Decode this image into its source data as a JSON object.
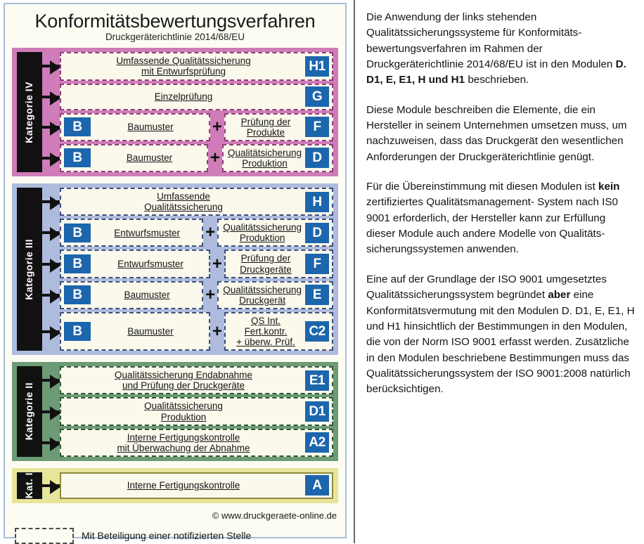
{
  "diagram": {
    "title": "Konformitätsbewertungsverfahren",
    "subtitle": "Druckgeräterichtlinie 2014/68/EU",
    "copyright": "© www.druckgeraete-online.de",
    "legend": {
      "text": "Mit Beteiligung einer notifizierten Stelle"
    },
    "colors": {
      "cat4": "#cf7cb8",
      "cat3": "#aebbdd",
      "cat2": "#6d9b76",
      "cat1": "#e8e49a",
      "badge": "#1c66ad",
      "panel_bg": "#fdfcf2",
      "panel_border": "#a8bcd8",
      "box_bg": "#fbf9ec",
      "label_bg": "#111111"
    },
    "categories": [
      {
        "label": "Kategorie IV",
        "rows": [
          {
            "type": "single",
            "line1": "Umfassende Qualitätssicherung",
            "line2": "mit Entwurfsprüfung",
            "badge": "H1"
          },
          {
            "type": "single",
            "line1": "Einzelprüfung",
            "line2": "",
            "badge": "G"
          },
          {
            "type": "pair",
            "left_badge": "B",
            "left_text": "Baumuster",
            "plus": "+",
            "line1": "Prüfung der",
            "line2": "Produkte",
            "badge": "F"
          },
          {
            "type": "pair",
            "left_badge": "B",
            "left_text": "Baumuster",
            "plus": "+",
            "line1": "Qualitätsicherung",
            "line2": "Produktion",
            "badge": "D"
          }
        ]
      },
      {
        "label": "Kategorie III",
        "rows": [
          {
            "type": "single",
            "line1": "Umfassende",
            "line2": "Qualitätssicherung",
            "badge": "H"
          },
          {
            "type": "pair",
            "left_badge": "B",
            "left_text": "Entwurfsmuster",
            "plus": "+",
            "line1": "Qualitätssicherung",
            "line2": "Produktion",
            "badge": "D"
          },
          {
            "type": "pair",
            "left_badge": "B",
            "left_text": "Entwurfsmuster",
            "plus": "+",
            "line1": "Prüfung der",
            "line2": "Druckgeräte",
            "badge": "F"
          },
          {
            "type": "pair",
            "left_badge": "B",
            "left_text": "Baumuster",
            "plus": "+",
            "line1": "Qualitätssicherung",
            "line2": "Druckgerät",
            "badge": "E"
          },
          {
            "type": "pair",
            "left_badge": "B",
            "left_text": "Baumuster",
            "plus": "+",
            "line1": "QS Int. Fert.kontr.",
            "line2": "+ überw. Prüf.",
            "badge": "C2"
          }
        ]
      },
      {
        "label": "Kategorie II",
        "rows": [
          {
            "type": "single",
            "line1": "Qualitätssicherung Endabnahme",
            "line2": "und Prüfung der Druckgeräte",
            "badge": "E1"
          },
          {
            "type": "single",
            "line1": "Qualitätssicherung",
            "line2": "Produktion",
            "badge": "D1"
          },
          {
            "type": "single",
            "line1": "Interne Fertigungskontrolle",
            "line2": "mit Überwachung der Abnahme",
            "badge": "A2"
          }
        ]
      },
      {
        "label": "Kat. I",
        "rows": [
          {
            "type": "single",
            "line1": "Interne Fertigungskontrolle",
            "line2": "",
            "badge": "A"
          }
        ]
      }
    ]
  },
  "text_panel": {
    "paragraphs": [
      {
        "parts": [
          {
            "text": "Die Anwendung der links stehenden Qualitätssicherungssysteme für Konformitäts-bewertungsverfahren im Rahmen der Druckgeräterichtlinie 2014/68/EU ist in den Modulen ",
            "bold": false
          },
          {
            "text": "D. D1, E, E1, H und H1",
            "bold": true
          },
          {
            "text": " beschrieben.",
            "bold": false
          }
        ]
      },
      {
        "parts": [
          {
            "text": "Diese Module beschreiben die Elemente, die ein Hersteller in seinem Unternehmen umsetzen muss, um nachzuweisen, dass das Druckgerät den wesentlichen Anforderungen der Druckgeräterichtlinie genügt.",
            "bold": false
          }
        ]
      },
      {
        "parts": [
          {
            "text": "Für die Übereinstimmung mit diesen Modulen ist ",
            "bold": false
          },
          {
            "text": "kein",
            "bold": true
          },
          {
            "text": " zertifiziertes Qualitätsmanagement- System nach IS0 9001 erforderlich, der Hersteller kann zur Erfüllung dieser Module auch andere Modelle von Qualitäts-sicherungssystemen anwenden.",
            "bold": false
          }
        ]
      },
      {
        "parts": [
          {
            "text": "Eine auf der Grundlage der ISO 9001 umgesetztes Qualitätssicherungssystem begründet ",
            "bold": false
          },
          {
            "text": "aber",
            "bold": true
          },
          {
            "text": " eine Konformitätsvermutung mit den Modulen D. D1, E, E1, H und H1 hinsichtlich der Bestimmungen in den Modulen, die von der Norm ISO 9001 erfasst werden. Zusätzliche in den Modulen beschriebene Bestimmungen muss das Qualitätssicherungssystem der ISO 9001:2008 natürlich berücksichtigen.",
            "bold": false
          }
        ]
      }
    ]
  }
}
